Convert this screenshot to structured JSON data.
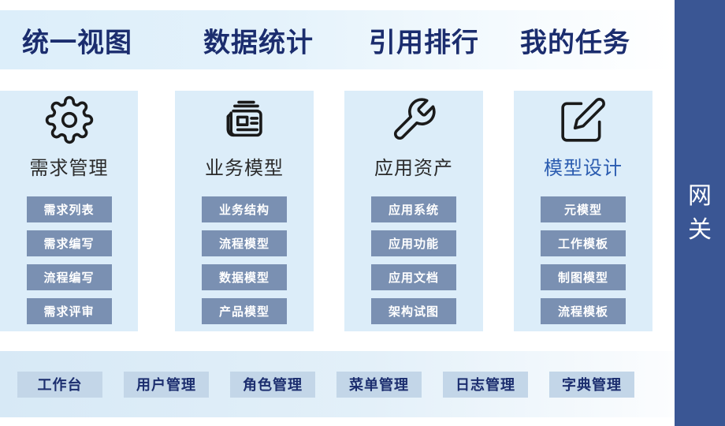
{
  "header": {
    "tabs": [
      {
        "label": "统一视图"
      },
      {
        "label": "数据统计"
      },
      {
        "label": "引用排行"
      },
      {
        "label": "我的任务"
      }
    ]
  },
  "gateway": {
    "label": "网关"
  },
  "cards": [
    {
      "icon": "gear-icon",
      "title": "需求管理",
      "title_color": "#2b2b2b",
      "buttons": [
        "需求列表",
        "需求编写",
        "流程编写",
        "需求评审"
      ]
    },
    {
      "icon": "newspaper-icon",
      "title": "业务模型",
      "title_color": "#2b2b2b",
      "buttons": [
        "业务结构",
        "流程模型",
        "数据模型",
        "产品模型"
      ]
    },
    {
      "icon": "wrench-icon",
      "title": "应用资产",
      "title_color": "#2b2b2b",
      "buttons": [
        "应用系统",
        "应用功能",
        "应用文档",
        "架构试图"
      ]
    },
    {
      "icon": "edit-icon",
      "title": "模型设计",
      "title_color": "#2b5cb0",
      "buttons": [
        "元模型",
        "工作模板",
        "制图模型",
        "流程模板"
      ]
    }
  ],
  "bottom_menu": {
    "buttons": [
      "工作台",
      "用户管理",
      "角色管理",
      "菜单管理",
      "日志管理",
      "字典管理"
    ]
  },
  "colors": {
    "accent_navy": "#1b2d6e",
    "card_bg": "#dcedf9",
    "card_button_bg": "#7a90b2",
    "bottom_button_bg": "#c3d6e8",
    "gateway_bg": "#3a5694",
    "header_bg_left": "#dceefa"
  }
}
